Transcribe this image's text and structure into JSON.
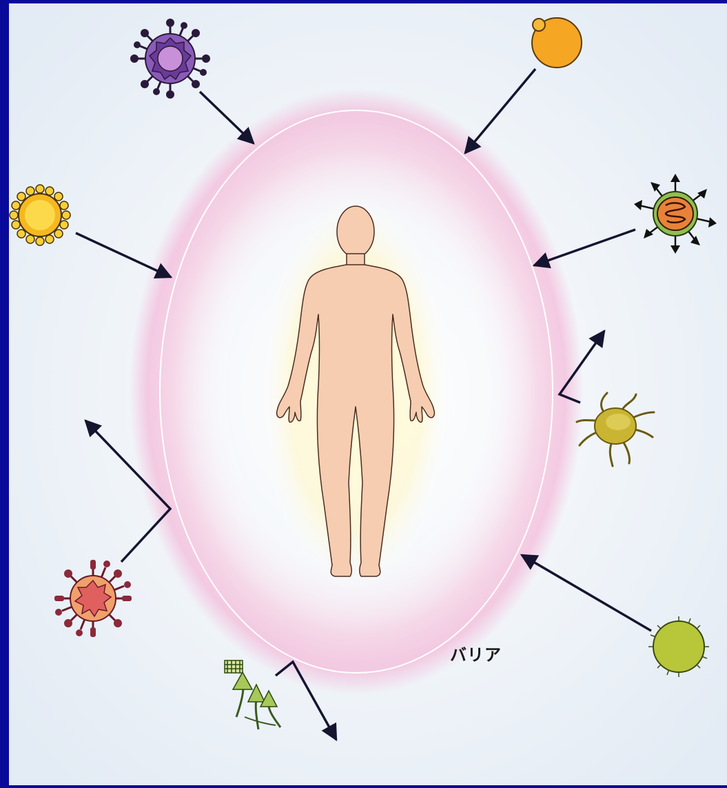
{
  "barrier_label": "バリア",
  "colors": {
    "frame": "#0a0a9a",
    "background": "#eef3f8",
    "barrier_glow": "#f4a6cf",
    "skin": "#f6cdb0",
    "arrow": "#151530"
  },
  "pathogens": [
    {
      "name": "spiky-virus",
      "icon": "purple-virus-icon",
      "arrow": "inward-blocked"
    },
    {
      "name": "yeast",
      "icon": "orange-yeast-icon",
      "arrow": "inward-blocked"
    },
    {
      "name": "bacterium-coccus",
      "icon": "yellow-coccus-icon",
      "arrow": "inward-blocked"
    },
    {
      "name": "bacterium-flagellated",
      "icon": "orange-bacterium-icon",
      "arrow": "inward-blocked"
    },
    {
      "name": "mite",
      "icon": "mite-icon",
      "arrow": "deflected"
    },
    {
      "name": "red-virus",
      "icon": "red-virus-icon",
      "arrow": "deflected"
    },
    {
      "name": "pollen",
      "icon": "pollen-icon",
      "arrow": "inward-blocked"
    },
    {
      "name": "mold",
      "icon": "mold-spores-icon",
      "arrow": "deflected"
    }
  ]
}
